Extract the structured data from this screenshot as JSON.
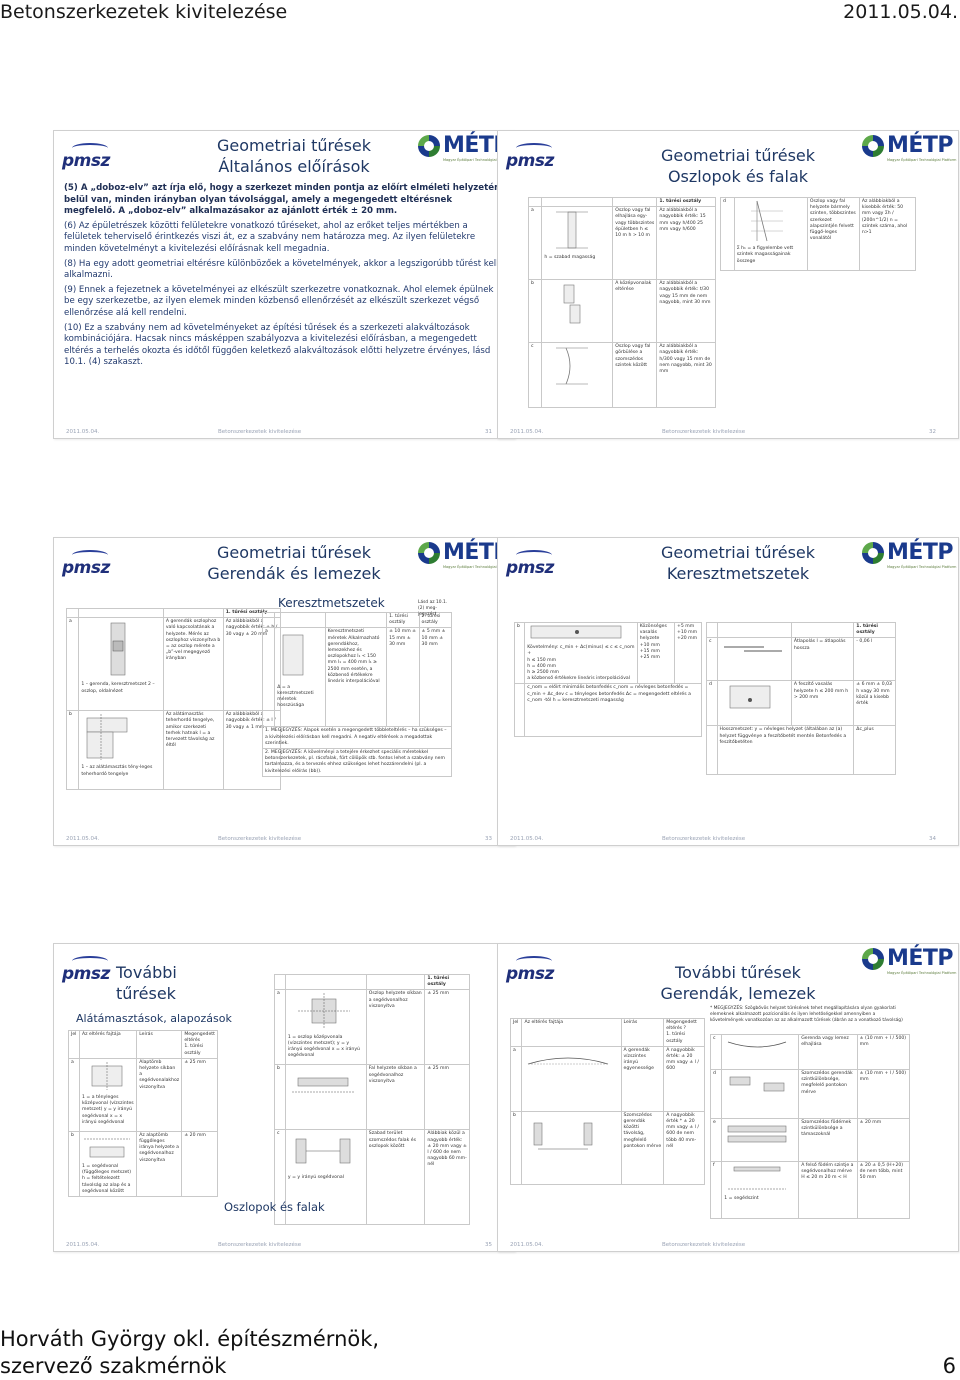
{
  "page": {
    "header_left": "Betonszerkezetek kivitelezése",
    "header_right": "2011.05.04.",
    "footer_line1": "Horváth György okl. építészmérnök,",
    "footer_line2": "szervező szakmérnök",
    "page_number": "6"
  },
  "common": {
    "pmsz": "pmsz",
    "metp": "MÉTP",
    "metp_sub": "Magyar Építőipari Technológiai Platform",
    "footer_date": "2011.05.04.",
    "footer_course": "Betonszerkezetek kivitelezése"
  },
  "slides": [
    {
      "num": "31",
      "title1": "Geometriai tűrések",
      "title2": "Általános előírások",
      "p1": "(5)  A „doboz-elv” azt írja elő, hogy a szerkezet minden pontja az előírt elméleti helyzetén belül van, minden irányban olyan távolsággal, amely a megengedett eltérésnek megfelelő. A „doboz-elv” alkalmazásakor az ajánlott érték ± 20 mm.",
      "p2": "(6)  Az épületrészek közötti felületekre vonatkozó tűréseket, ahol az erőket teljes mértékben a felületek teherviselő érintkezés viszi át, ez a szabvány nem határozza meg. Az ilyen felületekre minden követelményt a kivitelezési előírásnak kell megadnia.",
      "p3": "(8)  Ha egy adott geometriai eltérésre különbözőek a követelmények, akkor a legszigorúbb tűrést kell alkalmazni.",
      "p4": "(9)  Ennek a fejezetnek a követelményei az elkészült szerkezetre vonatkoznak. Ahol elemek épülnek be egy szerkezetbe, az ilyen elemek minden közbenső ellenőrzését az elkészült szerkezet végső ellenőrzése alá kell rendelni.",
      "p5": "(10)  Ez a szabvány nem ad követelményeket az építési tűrések és a szerkezeti alakváltozások kombinációjára. Hacsak nincs másképpen szabályozva a kivitelezési előírásban, a megengedett eltérés a terhelés okozta és időtől függően keletkező alakváltozások előtti helyzetre érvényes, lásd 10.1. (4) szakaszt."
    },
    {
      "num": "32",
      "title1": "Geometriai tűrések",
      "title2": "Oszlopok és falak",
      "col_head": "1. tűrési osztály",
      "rows": [
        {
          "key": "a",
          "fig": "h = szabad magasság",
          "desc": "Oszlop vagy fal elhajlása egy- vagy többszintes épületben h ≤ 10 m h > 10 m",
          "val": "Az alábbiakból a nagyobbik érték: 15 mm vagy h/400 25 mm vagy h/600"
        },
        {
          "key": "b",
          "fig": "",
          "desc": "A középvonalak eltérése",
          "val": "Az alábbiakból a nagyobbik érték: t/30 vagy 15 mm de nem nagyobb, mint 30 mm"
        },
        {
          "key": "c",
          "fig": "",
          "desc": "Oszlop vagy fal görbülése a szomszédos szintek között",
          "val": "Az alábbiakból a nagyobbik érték: h/300 vagy 15 mm de nem nagyobb, mint 30 mm"
        }
      ],
      "right_key": "d",
      "right_fig": "Σ h₁ = a figyelembe vett szintek magasságainak összege",
      "right_desc": "Oszlop vagy fal helyzete bármely szinten, többszintes szerkezet alapszintjén felvett függő-leges vonalától",
      "right_val": "Az alábbiakból a kisebbik érték: 50 mm vagy Σh / (200n^1/2) n = szintek száma, ahol n>1"
    },
    {
      "num": "33",
      "title1": "Geometriai tűrések",
      "title2": "Gerendák és lemezek",
      "col_head": "1. tűrési osztály",
      "rows": [
        {
          "key": "a",
          "fig": "1 – gerenda, keresztmetszet  2 – oszlop, oldalnézet",
          "desc": "A gerendák oszlophoz való kapcsolatának a helyzete. Mérés az oszlophoz viszonyítva b = az oszlop mérete a „b”-vel megegyező irányban",
          "val": "Az alábbiakból a nagyobbik érték: ± b / 30 vagy ± 20 mm"
        },
        {
          "key": "b",
          "fig": "1 – az alátámasztás tény-leges teherhordó tengelye",
          "desc": "Az alátámasztás teherhordó tengelye, amikor szerkezeti terhek hatnak l = a tervezett távolság az éltől",
          "val": "Az alábbiakból a nagyobbik érték: ± l / 30 vagy ± 1 mm"
        }
      ]
    },
    {
      "num": "34",
      "title1": "Geometriai tűrések",
      "title2": "Keresztmetszetek",
      "left_title": "Keresztmetszetek",
      "left_head1": "1. tűrési osztály",
      "left_head2": "2. tűrési osztály",
      "left_head3": "Lásd az 10.1.(2) meg-jegyzést",
      "left_key": "a",
      "left_desc": "Keresztmetszeti méretek Alkalmazható gerendákhoz, lemezekhez és oszlopokhoz l₁ < 150 mm l₁ = 400 mm l₁ ≥ 2500 mm esetén, a közbenső értékekre lineáris interpolációval",
      "left_fig": "Δ = a keresztmetszeti méretek hosszúsága",
      "left_vals1": "± 10 mm  ± 15 mm  ± 30 mm",
      "left_vals2": "± 5 mm  ± 10 mm  ± 30 mm",
      "left_note1": "1. MEGJEGYZÉS: Alapok esetén a megengedett többleteltérés – ha szükséges – a kivitelezési előírásban kell megadni. A negatív eltérések a megadottak szerintiek.",
      "left_note2": "2. MEGJEGYZÉS: A kövelményi a tetejére érkezhet speciális méretekkel betonszerkezetek, pl. rácsfalak, fűrt cölöpök stb. fontos lehet a szabvány nem tartalmazza, és a tervezés ehhez szükséges lehet hozzárendelni (pl. a kivitelezési előírás (bb)).",
      "mid_key": "b",
      "mid_desc": "Közönséges vasalás helyzete",
      "mid_rows": [
        "Követelmény: c_min + Δc(minus) ≤ c ≤ c_nom +",
        "h ≤ 150 mm",
        "h = 400 mm",
        "h ≥ 2500 mm",
        "a közbenső értékekre lineáris interpolációval"
      ],
      "mid_v1": [
        "+10 mm",
        "+15 mm",
        "+25 mm"
      ],
      "mid_v2": [
        "+5 mm",
        "+10 mm",
        "+20 mm"
      ],
      "mid_legend": "c_nom = előírt minimális betonfedés  c_nom = névleges betonfedés  = c_min + Δc_dev  c = tényleges betonfedés  Δc = megengedett eltérés a c_nom -tól  h = keresztmetszeti magasság",
      "right_head1": "1. tűrési osztály",
      "right_rows": [
        {
          "key": "c",
          "desc": "Átlapolás l = átlapolás hossza",
          "val": "- 0,06 l"
        },
        {
          "key": "d",
          "desc": "A feszítő vasalás helyzete h ≤ 200 mm h > 200 mm",
          "val": "± 6 mm ± 0,03 h vagy 30 mm közül a kisebb érték"
        },
        {
          "key": "",
          "desc": "Hosszmetszet: y = névleges helyzet (általában az (a) helyzet függvénye a feszítőbetét mentén  Betonfedés a feszítőbetéten",
          "val": "Δc_plus"
        }
      ]
    },
    {
      "num": "35",
      "title1": "További",
      "title2": "tűrések",
      "title3": "Alátámasztások, alapozások",
      "overlay": "Oszlopok és falak",
      "head": [
        "Jel",
        "Az eltérés fajtája",
        "Leírás",
        "Megengedett eltérés",
        "1. tűrési osztály"
      ],
      "rows": [
        {
          "key": "a",
          "fig": "1 = a tényleges középvonal (vízszintes metszet)  y = y irányú segédvonal  x = x irányú segédvonal",
          "desc": "Alaptömb helyzete síkban a segédvonalakhoz viszonyítva",
          "val": "± 25 mm"
        },
        {
          "key": "b",
          "fig": "1 = segédvonal (függőleges metszet)  h = feltételezett távolság az alap és a segédvonal között",
          "desc": "Az alaptömb függőleges iránya helyzete a segédvonalhoz viszonyítva",
          "val": "± 20 mm"
        }
      ],
      "right_rows": [
        {
          "key": "a",
          "fig": "1 = oszlop középvonala (vízszintes metszet); y = y irányú segédvonal x = x irányú segédvonal",
          "desc": "Oszlop helyzete síkban a segédvonalhoz viszonyítva",
          "val": "± 25 mm"
        },
        {
          "key": "b",
          "fig": "",
          "desc": "Fal helyzete síkban a segédvonalhoz viszonyítva",
          "val": "± 25 mm"
        },
        {
          "key": "c",
          "fig": "y = y irányú segédvonal",
          "desc": "Szabad terület szomszédos falak és oszlopok között",
          "val": "Alábbiak közül a nagyobb érték: ± 20 mm vagy ± l / 600 de nem nagyobb 60 mm-nél"
        }
      ],
      "right_head": "1. tűrési osztály"
    },
    {
      "num": "36",
      "title1": "További tűrések",
      "title2": "Gerendák, lemezek",
      "note": "* MEGJEGYZÉS: Szögbővös helyzet tűrésének tehet megállapítására olyan gyakorlati elemeknek alkalmazott pozícionálás és ilyen lehetőségekkel amennyiben a követelmények vonatkozóan az az alkalmazott tűrések (ábrán az a vonatkozó távolság)",
      "head": [
        "Jel",
        "Az eltérés fajtája",
        "Leírás",
        "Megengedett eltérés ?",
        "1. tűrési osztály"
      ],
      "rows": [
        {
          "key": "a",
          "desc": "A gerendák vízszintes irányú egyenessége",
          "val": "A nagyobbik érték: ± 20 mm vagy ± l / 600"
        },
        {
          "key": "b",
          "desc": "Szomszédos gerendák közötti távolság, megfelelő pontokon mérve",
          "val": "A nagyobbik érték * ± 20 mm vagy ± l / 600 de nem több 40 mm-nél"
        }
      ],
      "right_rows": [
        {
          "key": "c",
          "desc": "Gerenda vagy lemez elhajlása",
          "val": "± (10 mm + l / 500) mm"
        },
        {
          "key": "d",
          "desc": "Szomszédos gerendák szintkülönbsége, megfelelő pontokon mérve",
          "val": "± (10 mm + l / 500) mm"
        },
        {
          "key": "e",
          "desc": "Szomszédos födémek szintkülönbsége a támaszoknál",
          "val": "± 20 mm"
        },
        {
          "key": "f",
          "desc": "A felső födém szintje a segédvonalhoz mérve H ≤ 20 m 20 m < H",
          "val": "± 20 ± 0,5 (H+20) de nem több, mint 50 mm"
        }
      ],
      "seg": "1 = segédszint"
    }
  ]
}
